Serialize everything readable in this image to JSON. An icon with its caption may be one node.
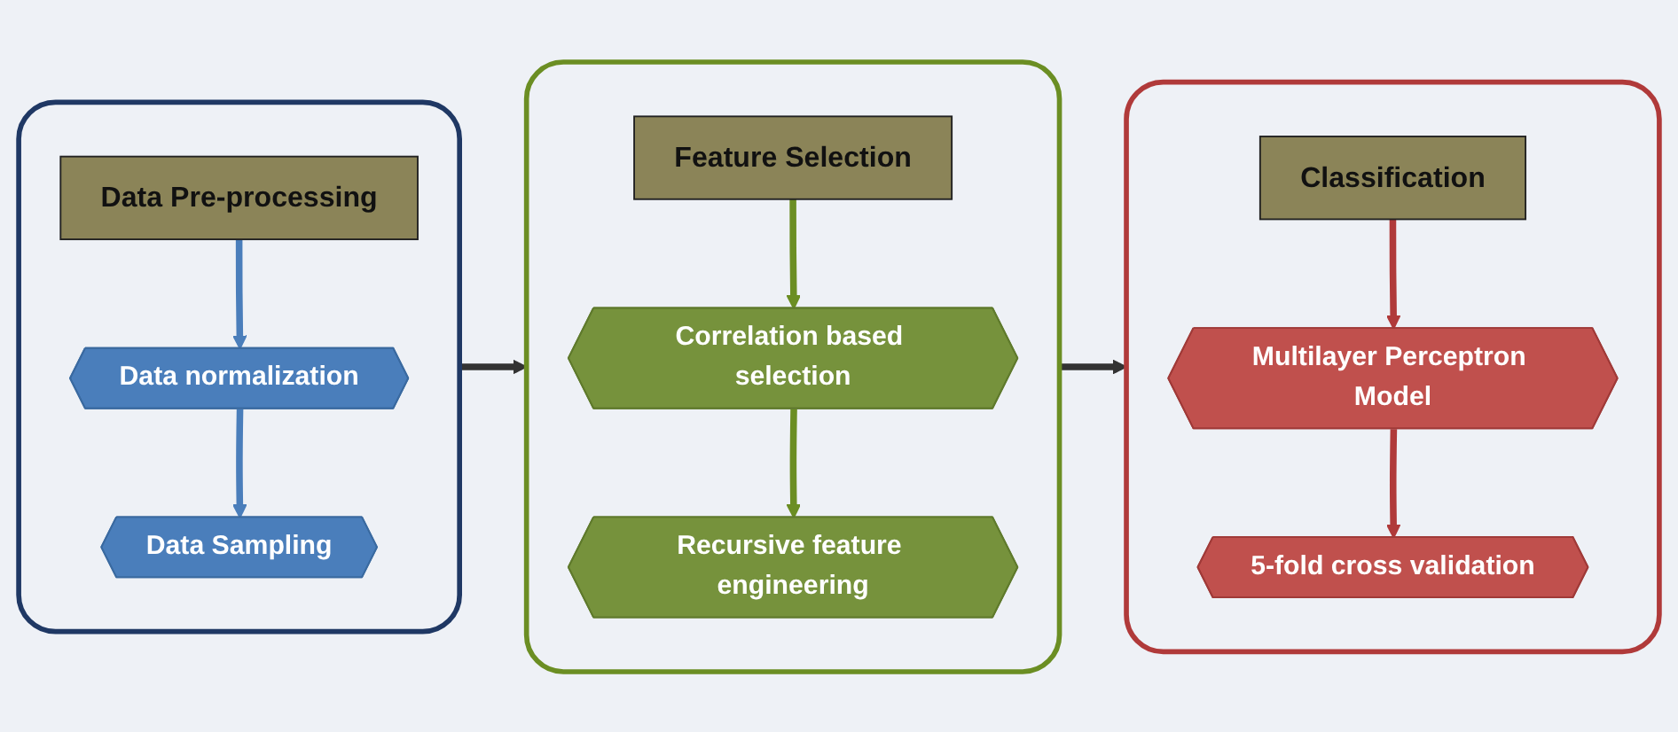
{
  "diagram": {
    "nodes": [
      {
        "text": [],
        "shape": "box"
      },
      {
        "text": [
          "Data Pre-processing"
        ],
        "in": 0
      },
      {
        "text": [
          "Data normalization"
        ],
        "in": 0
      },
      {
        "text": [
          "Data Sampling"
        ],
        "in": 0
      },
      {
        "text": [],
        "shape": "box"
      },
      {
        "text": [
          "Feature Selection"
        ],
        "in": 4
      },
      {
        "text": [
          "Correlation based selection"
        ],
        "in": 4
      },
      {
        "text": [
          "Recursive feature engineering"
        ],
        "in": 4
      },
      {
        "text": [],
        "shape": "box"
      },
      {
        "text": [
          "Classification"
        ],
        "in": 8
      },
      {
        "text": [
          "Multilayer Perceptron Model"
        ],
        "in": 8
      },
      {
        "text": [
          "5-fold cross validation"
        ],
        "in": 8
      }
    ],
    "edges": [
      {
        "from": 1,
        "to": 2,
        "arrow": "to",
        "color": "#4a7ebb"
      },
      {
        "from": 2,
        "to": 3,
        "arrow": "to",
        "color": "#4a7ebb"
      },
      {
        "from": 0,
        "to": 4,
        "arrow": "to",
        "color": "#333333"
      },
      {
        "from": 5,
        "to": 6,
        "arrow": "to",
        "color": "#6b8e23"
      },
      {
        "from": 6,
        "to": 7,
        "arrow": "to",
        "color": "#6b8e23"
      },
      {
        "from": 4,
        "to": 8,
        "arrow": "to",
        "color": "#333333"
      },
      {
        "from": 9,
        "to": 10,
        "arrow": "to",
        "color": "#b03a3a"
      },
      {
        "from": 10,
        "to": 11,
        "arrow": "to",
        "color": "#b03a3a"
      }
    ]
  }
}
